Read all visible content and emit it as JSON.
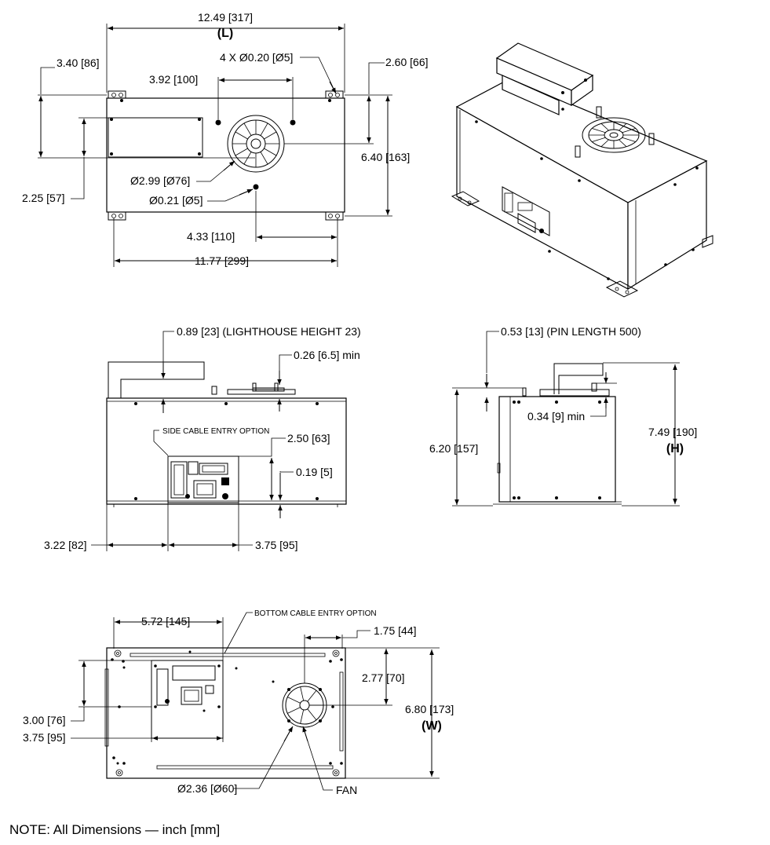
{
  "top_view": {
    "length": "12.49 [317]",
    "length_tag": "(L)",
    "left_offset": "3.40 [86]",
    "holes_spacing": "3.92 [100]",
    "mount_holes": "4 X Ø0.20 [Ø5]",
    "right_offset": "2.60 [66]",
    "depth": "6.40 [163]",
    "panel_height": "2.25 [57]",
    "lighthouse_dia": "Ø2.99 [Ø76]",
    "pin_hole": "Ø0.21 [Ø5]",
    "pin_offset": "4.33 [110]",
    "feet_span": "11.77 [299]"
  },
  "front_view": {
    "lighthouse_height": "0.89 [23] (LIGHTHOUSE HEIGHT 23)",
    "min_clearance": "0.26 [6.5] min",
    "side_cable": "SIDE CABLE ENTRY OPTION",
    "panel_height": "2.50 [63]",
    "panel_base": "0.19 [5]",
    "panel_left": "3.22 [82]",
    "panel_width": "3.75 [95]"
  },
  "side_view": {
    "pin_length": "0.53 [13] (PIN LENGTH 500)",
    "body_height": "6.20 [157]",
    "min_clearance": "0.34 [9] min",
    "total_height": "7.49 [190]",
    "height_tag": "(H)"
  },
  "bottom_view": {
    "panel_left": "5.72 [145]",
    "bottom_cable": "BOTTOM CABLE ENTRY OPTION",
    "fan_offset_x": "1.75 [44]",
    "fan_offset_y": "2.77 [70]",
    "width": "6.80 [173]",
    "width_tag": "(W)",
    "panel_height": "3.00 [76]",
    "panel_width": "3.75 [95]",
    "fan_dia": "Ø2.36 [Ø60]",
    "fan_label": "FAN"
  },
  "note": "NOTE: All Dimensions — inch [mm]"
}
